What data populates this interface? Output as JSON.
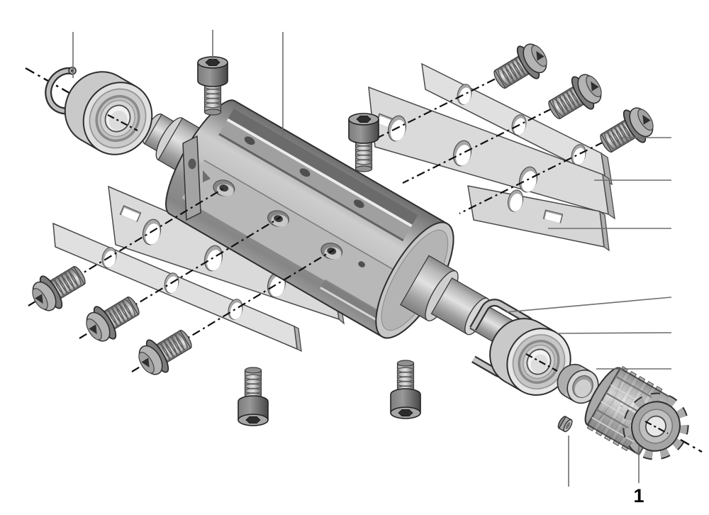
{
  "figure": {
    "kind": "exploded-parts-diagram",
    "visible_text": [
      "1"
    ]
  },
  "callout": {
    "label": "1",
    "points_to": "drive-gear"
  },
  "colors": {
    "background": "#ffffff",
    "outline": "#2e2e2e",
    "plate_fill": "#dadada",
    "plate_edge_fill": "#b0b0b0",
    "metal_light": "#e0e0e0",
    "metal_mid": "#b3b3b3",
    "metal_dark": "#6f6f6f",
    "centerline": "#0f0f0f",
    "leader_line": "#6e6e6e",
    "label_color": "#000000"
  },
  "parts": [
    {
      "id": "retaining-ring-left",
      "name": "retaining ring (circlip)"
    },
    {
      "id": "bearing-left",
      "name": "ball bearing"
    },
    {
      "id": "cap-screw-top",
      "name": "socket head cap screw"
    },
    {
      "id": "cap-screw-mid",
      "name": "socket head cap screw"
    },
    {
      "id": "cap-screw-bottom-1",
      "name": "socket head cap screw"
    },
    {
      "id": "cap-screw-bottom-2",
      "name": "socket head cap screw"
    },
    {
      "id": "cutter-drum",
      "name": "cutter head drum"
    },
    {
      "id": "knife-upper",
      "name": "planer knife (upper)"
    },
    {
      "id": "cover-plate-upper",
      "name": "knife cover plate (upper)"
    },
    {
      "id": "gib-upper",
      "name": "knife gib strip (upper)"
    },
    {
      "id": "cover-plate-lower",
      "name": "knife cover plate (lower)"
    },
    {
      "id": "knife-lower",
      "name": "planer knife (lower)"
    },
    {
      "id": "pan-screws-upper",
      "name": "pan head screws x3 (upper knife)"
    },
    {
      "id": "pan-screws-lower",
      "name": "pan head screws x3 (lower knife)"
    },
    {
      "id": "wave-ring",
      "name": "retaining ring (shaft)"
    },
    {
      "id": "bearing-right",
      "name": "ball bearing"
    },
    {
      "id": "spacer-sleeve",
      "name": "spacer sleeve"
    },
    {
      "id": "drive-gear",
      "name": "drive gear"
    },
    {
      "id": "dowel-pin",
      "name": "dowel pin"
    }
  ]
}
